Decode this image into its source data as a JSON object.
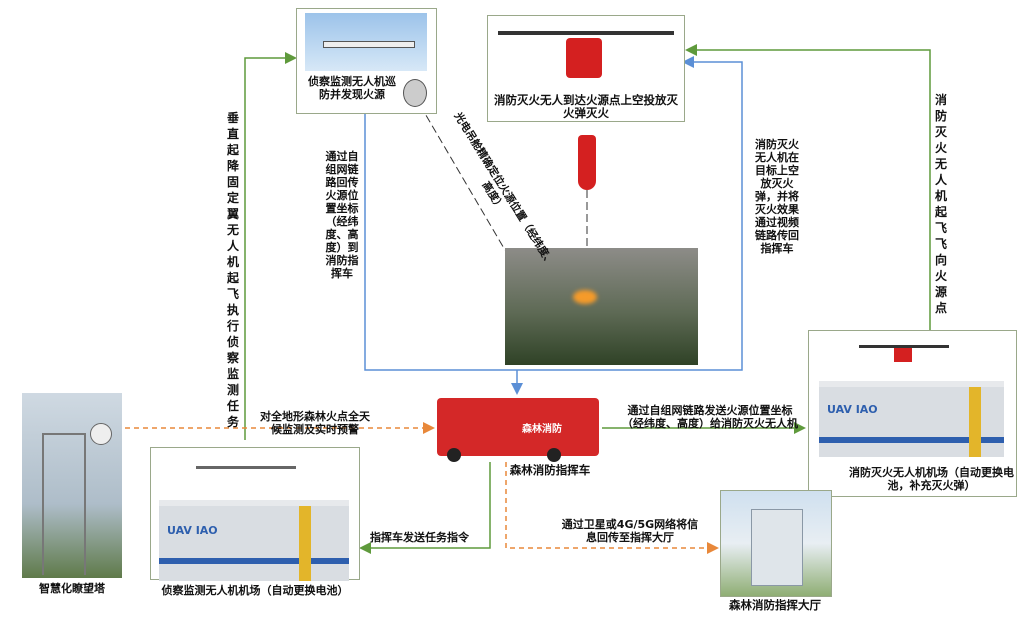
{
  "nodes": {
    "recon_drone": "侦察监测无人机巡防并发现火源",
    "fire_drone": "消防灭火无人到达火源点上空投放灭火弹灭火",
    "command_vehicle": "森林消防指挥车",
    "vehicle_text": "森林消防",
    "fire_station": "消防灭火无人机机场（自动更换电池，补充灭火弹）",
    "recon_station": "侦察监测无人机机场（自动更换电池）",
    "tower": "智慧化瞭望塔",
    "command_hall": "森林消防指挥大厅",
    "uav_logo": "UAV IAO"
  },
  "edges": {
    "vtol_takeoff": "垂直起降固定翼无人机起飞执行侦察监测任务",
    "gimbal_locate": "光电吊舱精确定位火源位置（经纬度、高度）",
    "relay_coords": "通过自组网链路回传火源位置坐标（经纬度、高度）到消防指挥车",
    "drop_feedback": "消防灭火无人机在目标上空放灭火弹，并将灭火效果通过视频链路传回指挥车",
    "fire_drone_takeoff": "消防灭火无人机起飞飞向火源点",
    "tower_monitor": "对全地形森林火点全天候监测及实时预警",
    "send_coords": "通过自组网链路发送火源位置坐标（经纬度、高度）给消防灭火无人机",
    "task_command": "指挥车发送任务指令",
    "satellite_relay": "通过卫星或4G/5G网络将信息回传至指挥大厅"
  },
  "colors": {
    "green": "#5f9a3c",
    "blue": "#5b8fd6",
    "orange": "#e8883a",
    "red": "#d42020"
  }
}
